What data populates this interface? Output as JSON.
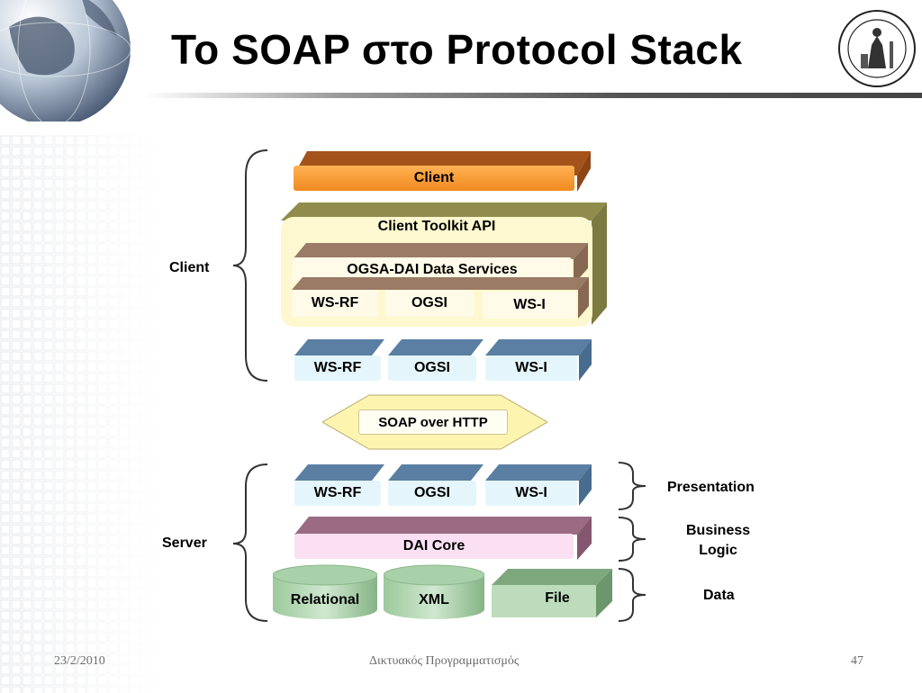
{
  "slide": {
    "title": "Το SOAP στο Protocol Stack",
    "footer": {
      "date": "23/2/2010",
      "course": "Δικτυακός Προγραμματισμός",
      "page": "47"
    }
  },
  "diagram": {
    "client_layer": {
      "client": "Client",
      "toolkit": "Client Toolkit API",
      "data_services": "OGSA-DAI Data Services",
      "inner_protocols": [
        "WS-RF",
        "OGSI",
        "WS-I"
      ],
      "outer_protocols": [
        "WS-RF",
        "OGSI",
        "WS-I"
      ]
    },
    "transport": "SOAP over HTTP",
    "server_layer": {
      "protocols": [
        "WS-RF",
        "OGSI",
        "WS-I"
      ],
      "core": "DAI Core",
      "stores": [
        "Relational",
        "XML",
        "File"
      ]
    },
    "brackets": {
      "client": "Client",
      "server": "Server",
      "presentation": "Presentation",
      "business_logic": "Business\nLogic",
      "data": "Data"
    }
  },
  "colors": {
    "client_orange": "#f08a1e",
    "toolkit_olive": "#9c9a5a",
    "toolkit_cream": "#fdf8cf",
    "services_brown": "#9b7b66",
    "protocol_blue": "#5a7fa3",
    "protocol_light": "#e4f6fb",
    "core_mauve": "#9a6b83",
    "core_pink": "#fbe0f3",
    "store_green": "#8fbf8f",
    "soap_yellow": "#fdf4b0"
  }
}
